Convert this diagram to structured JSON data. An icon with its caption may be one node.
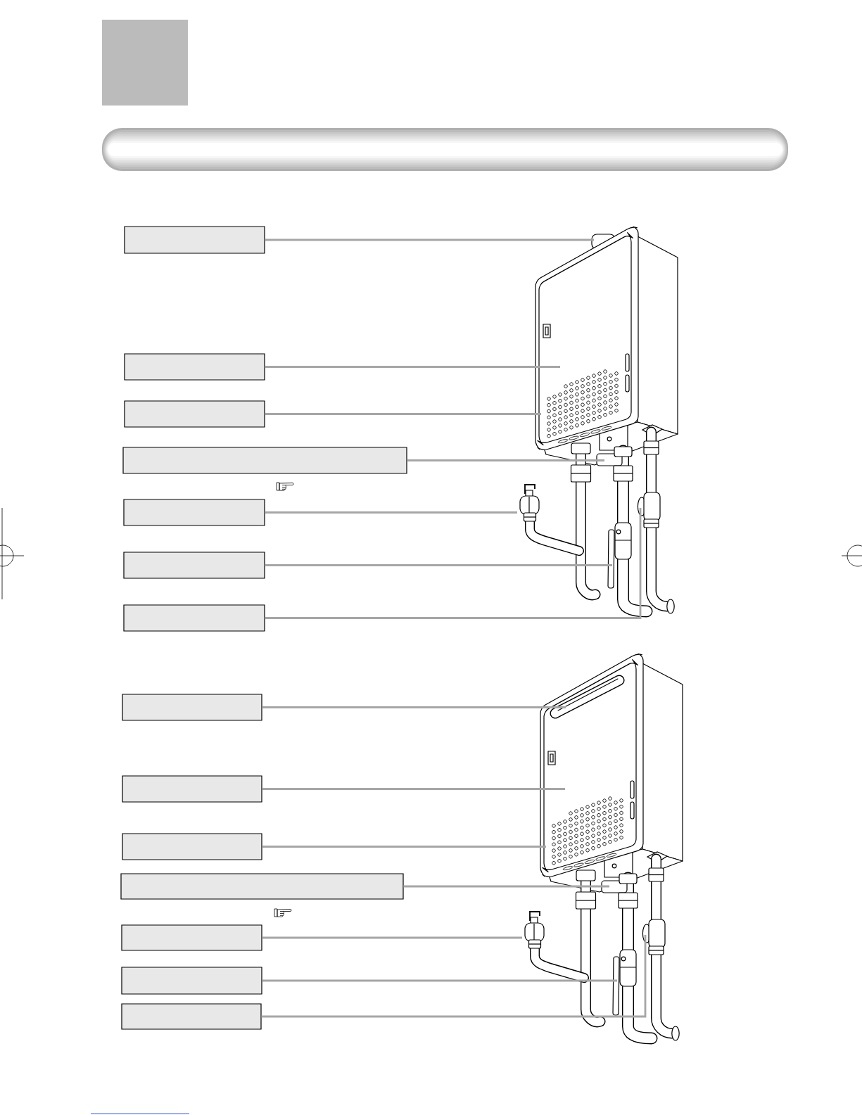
{
  "diagram": {
    "nodes": [
      {
        "text": [],
        "shape": "box"
      },
      {
        "text": [],
        "shape": "bar"
      },
      {
        "text": [],
        "shape": "box"
      },
      {
        "text": [],
        "shape": "box"
      },
      {
        "text": [],
        "shape": "box"
      },
      {
        "text": [],
        "shape": "box"
      },
      {
        "text": [],
        "shape": "box"
      },
      {
        "text": [],
        "shape": "box"
      },
      {
        "text": [],
        "shape": "box"
      },
      {
        "text": [],
        "shape": "box"
      },
      {
        "text": [],
        "shape": "box"
      },
      {
        "text": [],
        "shape": "box"
      },
      {
        "text": [],
        "shape": "box"
      },
      {
        "text": [],
        "shape": "box"
      },
      {
        "text": [],
        "shape": "box"
      },
      {
        "text": [],
        "shape": "box"
      }
    ],
    "edges": [
      {
        "from": 2,
        "to": null,
        "arrow": "none"
      },
      {
        "from": 3,
        "to": null,
        "arrow": "none"
      },
      {
        "from": 4,
        "to": null,
        "arrow": "none"
      },
      {
        "from": 5,
        "to": null,
        "arrow": "none"
      },
      {
        "from": 6,
        "to": null,
        "arrow": "none"
      },
      {
        "from": 7,
        "to": null,
        "arrow": "none"
      },
      {
        "from": 8,
        "to": null,
        "arrow": "none"
      },
      {
        "from": 9,
        "to": null,
        "arrow": "none"
      },
      {
        "from": 10,
        "to": null,
        "arrow": "none"
      },
      {
        "from": 11,
        "to": null,
        "arrow": "none"
      },
      {
        "from": 12,
        "to": null,
        "arrow": "none"
      },
      {
        "from": 13,
        "to": null,
        "arrow": "none"
      },
      {
        "from": 14,
        "to": null,
        "arrow": "none"
      },
      {
        "from": 15,
        "to": null,
        "arrow": "none"
      }
    ]
  }
}
